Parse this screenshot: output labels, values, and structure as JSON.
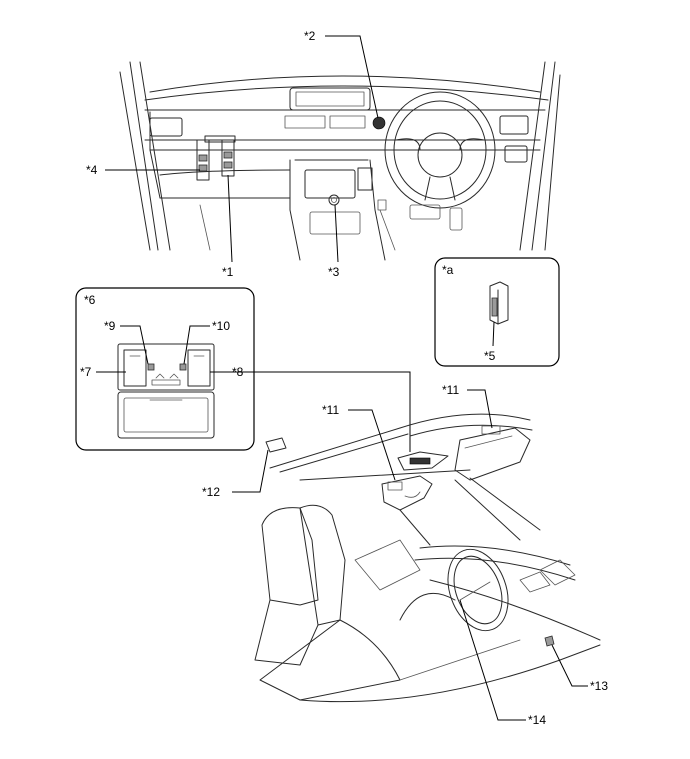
{
  "callouts": {
    "c1": "*1",
    "c2": "*2",
    "c3": "*3",
    "c4": "*4",
    "c5": "*5",
    "c6": "*6",
    "c7": "*7",
    "c8": "*8",
    "c9": "*9",
    "c10": "*10",
    "c11a": "*11",
    "c11b": "*11",
    "c12": "*12",
    "c13": "*13",
    "c14": "*14",
    "ca": "*a"
  }
}
